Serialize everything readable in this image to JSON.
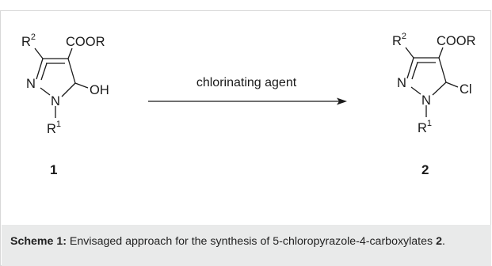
{
  "scheme": {
    "reactant": {
      "r2": "R",
      "r2_sup": "2",
      "ester": "COOR",
      "n_ring": "N",
      "n_sub": "N",
      "oh": "OH",
      "r1": "R",
      "r1_sup": "1",
      "compound_number": "1"
    },
    "arrow_label": "chlorinating agent",
    "product": {
      "r2": "R",
      "r2_sup": "2",
      "ester": "COOR",
      "n_ring": "N",
      "n_sub": "N",
      "cl": "Cl",
      "r1": "R",
      "r1_sup": "1",
      "compound_number": "2"
    }
  },
  "caption": {
    "label": "Scheme 1:",
    "text_before": " Envisaged approach for the synthesis of 5-chloropyrazole-4-carboxylates ",
    "compound_ref": "2",
    "text_after": "."
  }
}
